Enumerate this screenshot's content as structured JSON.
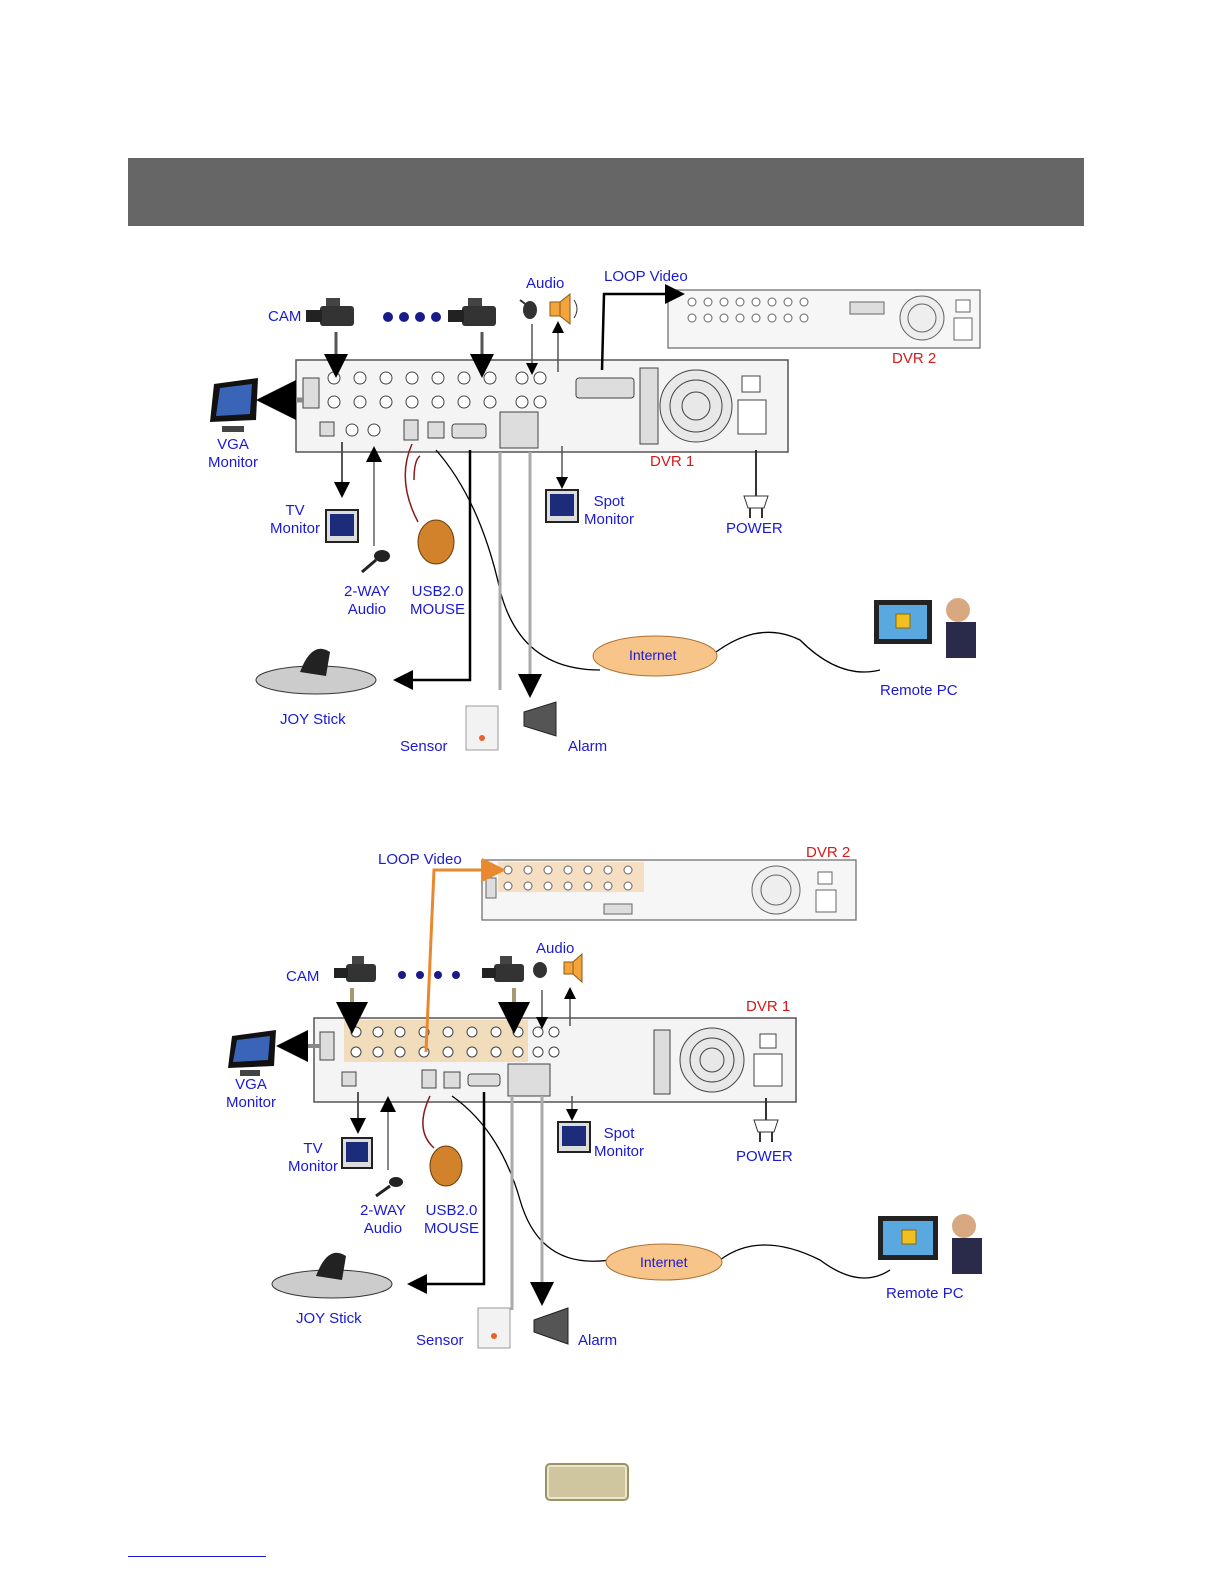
{
  "diagram_top": {
    "labels": {
      "cam": "CAM",
      "audio": "Audio",
      "loop_video": "LOOP Video",
      "dvr2": "DVR 2",
      "dvr1": "DVR 1",
      "vga_monitor": "VGA\nMonitor",
      "tv_monitor": "TV\nMonitor",
      "spot_monitor": "Spot\nMonitor",
      "power": "POWER",
      "two_way_audio": "2-WAY\nAudio",
      "usb_mouse": "USB2.0\nMOUSE",
      "internet": "Internet",
      "remote_pc": "Remote PC",
      "joy_stick": "JOY Stick",
      "sensor": "Sensor",
      "alarm": "Alarm"
    }
  },
  "diagram_bottom": {
    "labels": {
      "cam": "CAM",
      "audio": "Audio",
      "loop_video": "LOOP Video",
      "dvr2": "DVR 2",
      "dvr1": "DVR 1",
      "vga_monitor": "VGA\nMonitor",
      "tv_monitor": "TV\nMonitor",
      "spot_monitor": "Spot\nMonitor",
      "power": "POWER",
      "two_way_audio": "2-WAY\nAudio",
      "usb_mouse": "USB2.0\nMOUSE",
      "internet": "Internet",
      "remote_pc": "Remote PC",
      "joy_stick": "JOY Stick",
      "sensor": "Sensor",
      "alarm": "Alarm"
    }
  },
  "colors": {
    "label": "#1a1ad4",
    "dvr_label": "#d41a1a",
    "header_bar": "#666666",
    "loop_highlight": "#f0a050",
    "internet_cloud": "#f7c48a"
  }
}
